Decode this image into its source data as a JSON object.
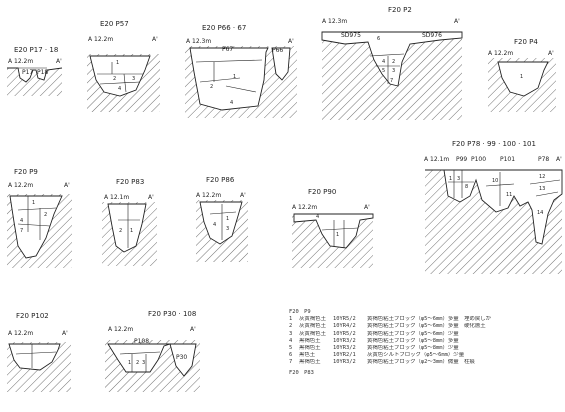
{
  "titles": {
    "e20_p17_18": "E20 P17 · 18",
    "e20_p57": "E20 P57",
    "e20_p66_67": "E20 P66 · 67",
    "f20_p2": "F20 P2",
    "f20_p4": "F20 P4",
    "f20_p9": "F20 P9",
    "f20_p83": "F20 P83",
    "f20_p86": "F20 P86",
    "f20_p90": "F20 P90",
    "f20_p78_101": "F20 P78 · 99 · 100 · 101",
    "f20_p102": "F20 P102",
    "f20_p30_108": "F20 P30 · 108"
  },
  "datum": {
    "e20_p17_18": "A 12.2m",
    "e20_p57": "A 12.2m",
    "e20_p66_67": "A 12.3m",
    "f20_p2": "A 12.3m",
    "f20_p4": "A 12.2m",
    "f20_p9": "A 12.2m",
    "f20_p83": "A 12.1m",
    "f20_p86": "A 12.2m",
    "f20_p90": "A 12.2m",
    "f20_p78_101": "A 12.1m",
    "f20_p102": "A 12.2m",
    "f20_p30_108": "A 12.2m"
  },
  "aprime": "A'",
  "feature_labels": {
    "p17": "P17",
    "p18": "P18",
    "p67": "P67",
    "p66": "P66",
    "p99": "P99",
    "p100": "P100",
    "p101": "P101",
    "p78": "P78",
    "p108": "P108",
    "p30": "P30",
    "sd975a": "SD975",
    "sd976": "SD976"
  },
  "legend": {
    "header": "F20　P9",
    "rows": [
      {
        "no": "1",
        "name": "灰黄褐色土",
        "munsell": "10YR5/2",
        "desc": "黄褐色粘土ブロック（φ5～6mm）多量　埋め戻しか"
      },
      {
        "no": "2",
        "name": "灰黄褐色土",
        "munsell": "10YR4/2",
        "desc": "黄褐色粘土ブロック（φ5～6mm）多量　硬化層土"
      },
      {
        "no": "3",
        "name": "灰黄褐色土",
        "munsell": "10YR5/2",
        "desc": "黄褐色粘土ブロック（φ5～6mm）少量"
      },
      {
        "no": "4",
        "name": "黒褐色土",
        "munsell": "10YR3/2",
        "desc": "黄褐色粘土ブロック（φ5～8mm）多量"
      },
      {
        "no": "5",
        "name": "黒褐色土",
        "munsell": "10YR3/2",
        "desc": "黄褐色粘土ブロック（φ5～8mm）少量"
      },
      {
        "no": "6",
        "name": "黒色土",
        "munsell": "10YR2/1",
        "desc": "灰黄色シルトブロック（φ5～6mm）少量"
      },
      {
        "no": "7",
        "name": "黒褐色土",
        "munsell": "10YR3/2",
        "desc": "黄褐色粘土ブロック（φ2～3mm）微量　柱痕"
      }
    ],
    "footer": "F20　P83"
  }
}
